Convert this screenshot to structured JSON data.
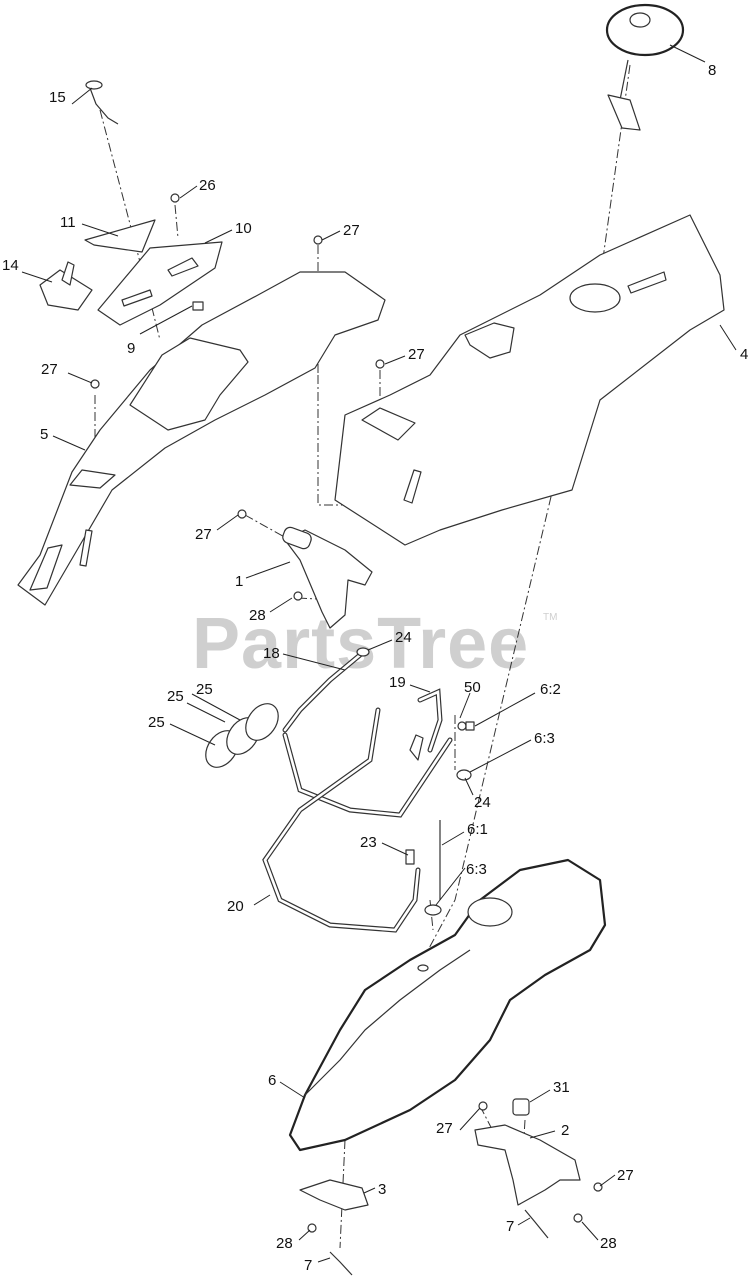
{
  "watermark": {
    "text": "PartsTree",
    "mark": "TM"
  },
  "callouts": [
    {
      "id": "c15",
      "label": "15"
    },
    {
      "id": "c26",
      "label": "26"
    },
    {
      "id": "c11",
      "label": "11"
    },
    {
      "id": "c10",
      "label": "10"
    },
    {
      "id": "c14",
      "label": "14"
    },
    {
      "id": "c27a",
      "label": "27"
    },
    {
      "id": "c9",
      "label": "9"
    },
    {
      "id": "c27b",
      "label": "27"
    },
    {
      "id": "c5",
      "label": "5"
    },
    {
      "id": "c8",
      "label": "8"
    },
    {
      "id": "c4",
      "label": "4"
    },
    {
      "id": "c27c",
      "label": "27"
    },
    {
      "id": "c27d",
      "label": "27"
    },
    {
      "id": "c1",
      "label": "1"
    },
    {
      "id": "c28a",
      "label": "28"
    },
    {
      "id": "c24a",
      "label": "24"
    },
    {
      "id": "c18",
      "label": "18"
    },
    {
      "id": "c19",
      "label": "19"
    },
    {
      "id": "c50",
      "label": "50"
    },
    {
      "id": "c62",
      "label": "6:2"
    },
    {
      "id": "c25a",
      "label": "25"
    },
    {
      "id": "c25b",
      "label": "25"
    },
    {
      "id": "c25c",
      "label": "25"
    },
    {
      "id": "c63a",
      "label": "6:3"
    },
    {
      "id": "c24b",
      "label": "24"
    },
    {
      "id": "c61",
      "label": "6:1"
    },
    {
      "id": "c23",
      "label": "23"
    },
    {
      "id": "c63b",
      "label": "6:3"
    },
    {
      "id": "c20",
      "label": "20"
    },
    {
      "id": "c6",
      "label": "6"
    },
    {
      "id": "c31",
      "label": "31"
    },
    {
      "id": "c27e",
      "label": "27"
    },
    {
      "id": "c2",
      "label": "2"
    },
    {
      "id": "c27f",
      "label": "27"
    },
    {
      "id": "c3",
      "label": "3"
    },
    {
      "id": "c7a",
      "label": "7"
    },
    {
      "id": "c28b",
      "label": "28"
    },
    {
      "id": "c28c",
      "label": "28"
    },
    {
      "id": "c7b",
      "label": "7"
    }
  ]
}
